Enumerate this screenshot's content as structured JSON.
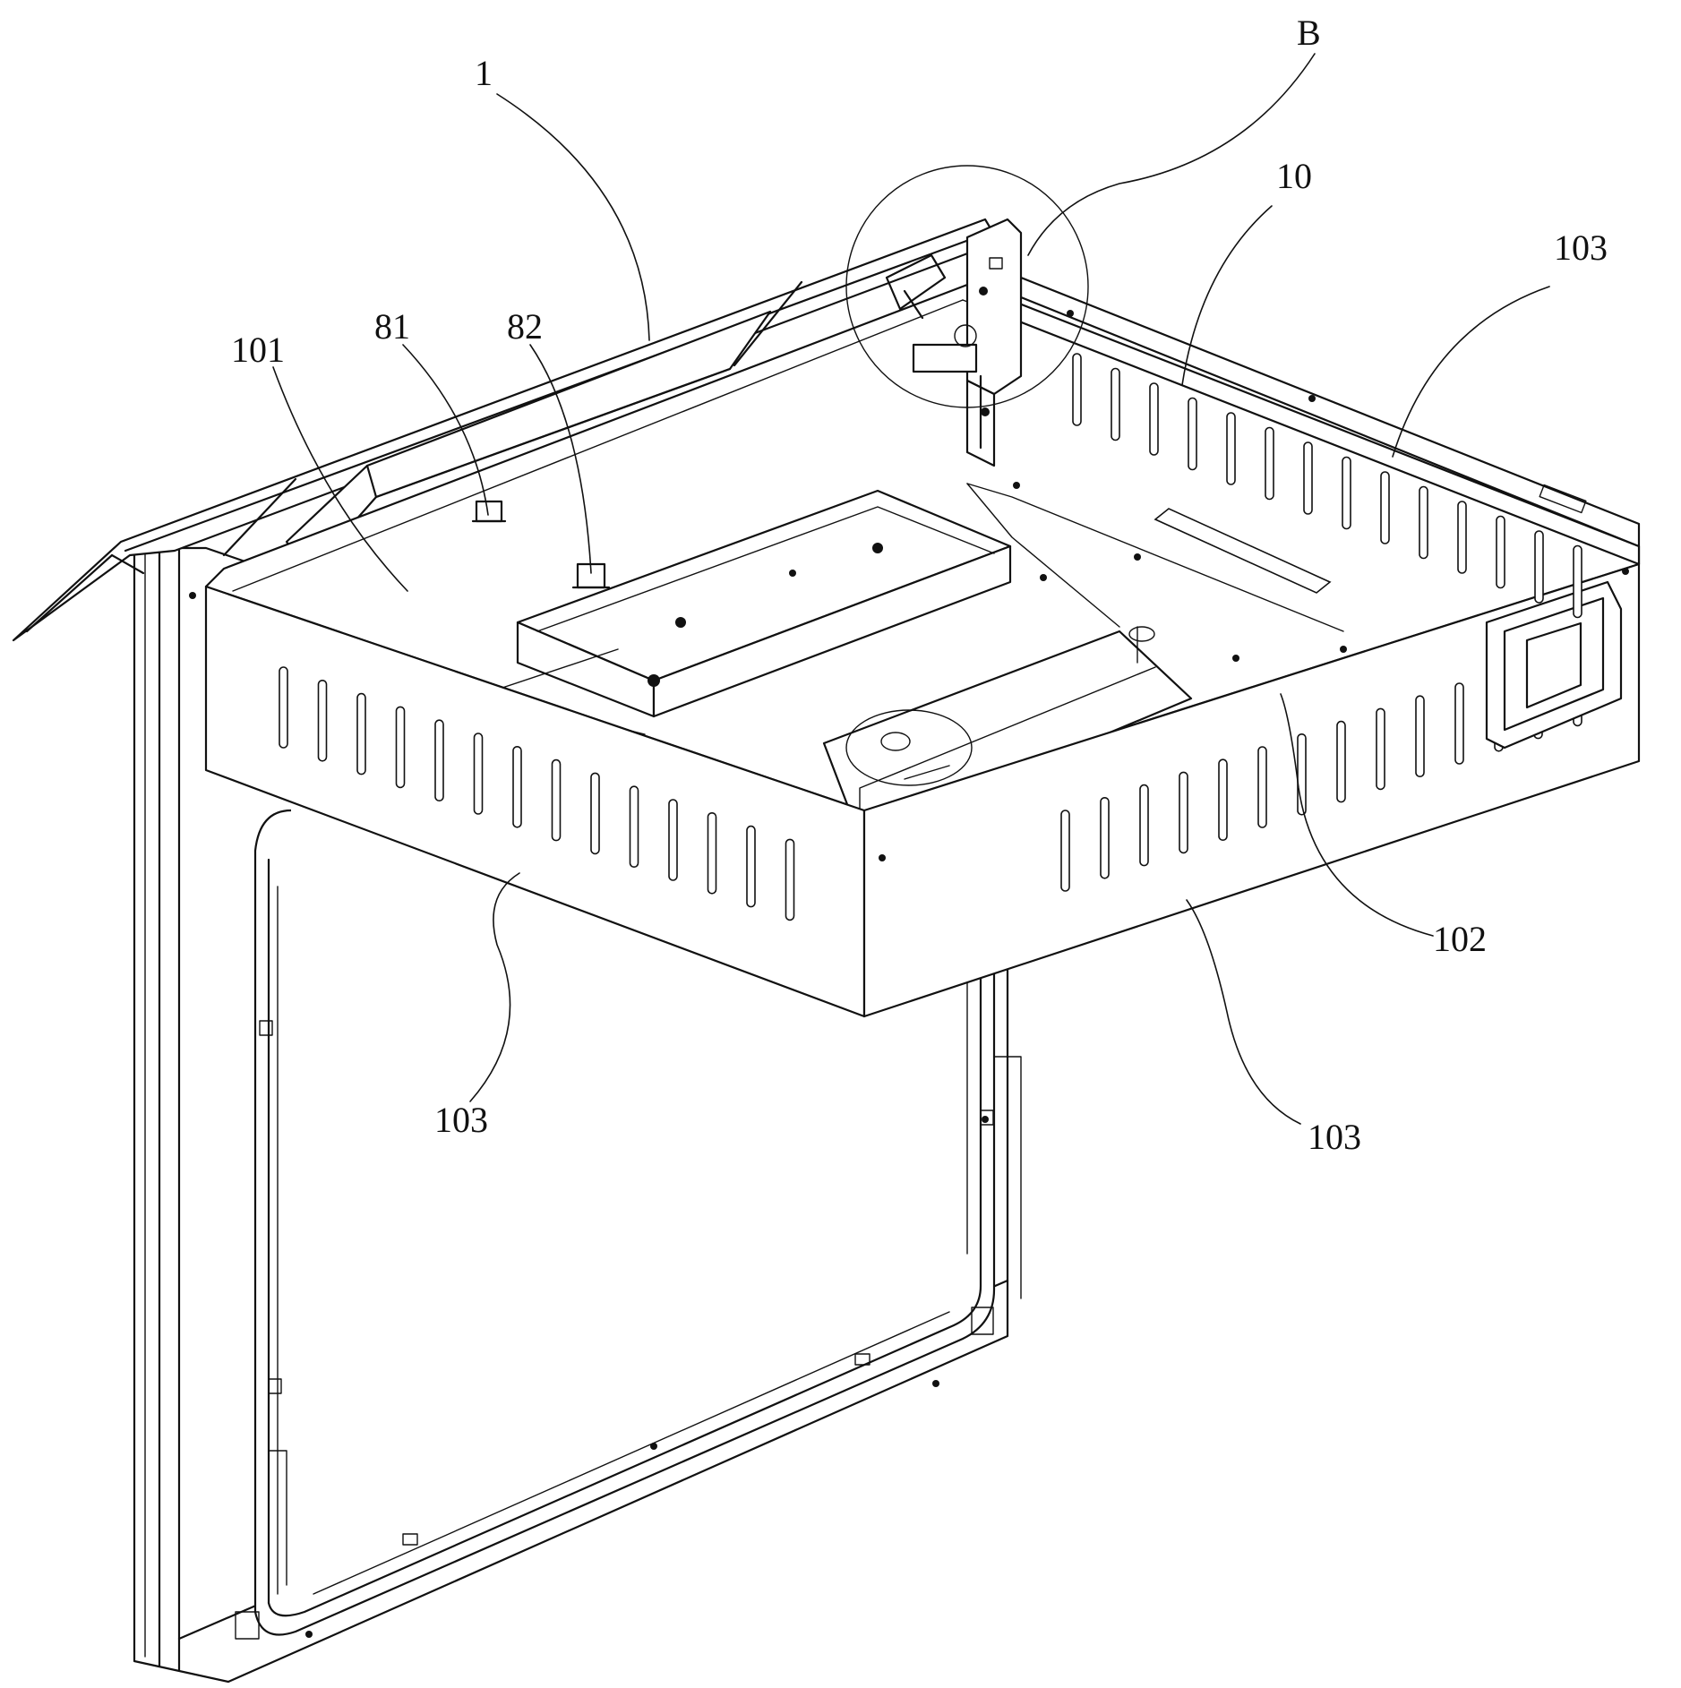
{
  "labels": {
    "l1": "1",
    "lB": "B",
    "l10": "10",
    "l103_top_right": "103",
    "l81": "81",
    "l82": "82",
    "l101": "101",
    "l102": "102",
    "l103_bottom_left": "103",
    "l103_bottom_right": "103"
  }
}
